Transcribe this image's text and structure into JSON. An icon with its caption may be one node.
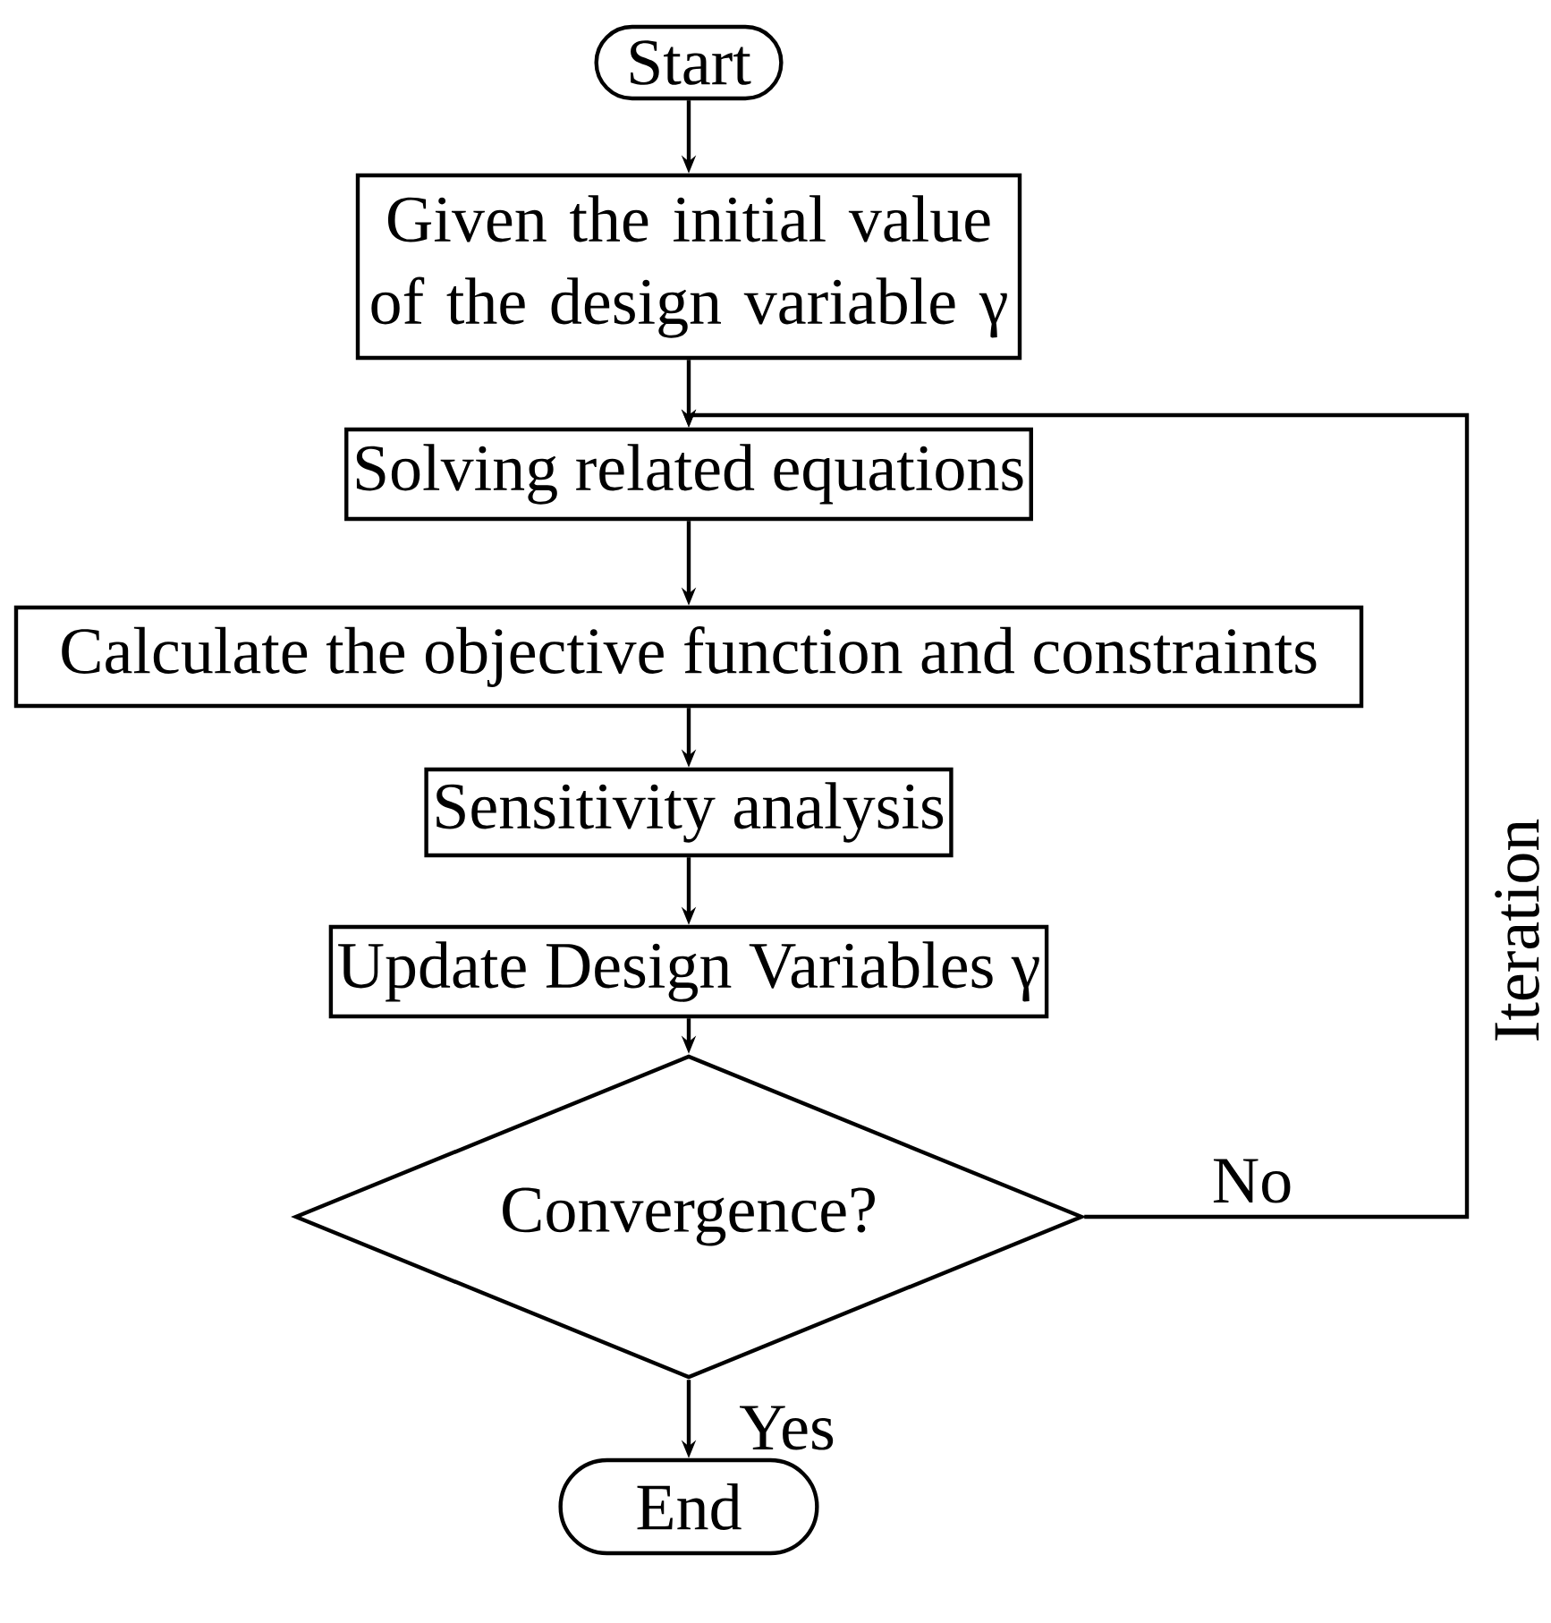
{
  "diagram": {
    "nodes": [
      {
        "text": [
          "Start"
        ]
      },
      {
        "text": [
          "Given the initial value of the design variable γ"
        ]
      },
      {
        "text": [
          "Solving related equations"
        ]
      },
      {
        "text": [
          "Calculate the objective function and constraints"
        ]
      },
      {
        "text": [
          "Sensitivity analysis"
        ]
      },
      {
        "text": [
          "Update Design Variables γ"
        ]
      },
      {
        "text": [
          "Convergence?"
        ]
      },
      {
        "text": [
          "End"
        ]
      }
    ],
    "edges": [
      {
        "from": 0,
        "to": 1,
        "arrow": "to"
      },
      {
        "from": 1,
        "to": 2,
        "arrow": "to"
      },
      {
        "from": 2,
        "to": 3,
        "arrow": "to"
      },
      {
        "from": 3,
        "to": 4,
        "arrow": "to"
      },
      {
        "from": 4,
        "to": 5,
        "arrow": "to"
      },
      {
        "from": 5,
        "to": 6,
        "arrow": "to"
      },
      {
        "from": 6,
        "to": 2,
        "arrow": "to",
        "label": "No"
      },
      {
        "from": 6,
        "to": 7,
        "arrow": "to",
        "label": "Yes"
      }
    ],
    "labels": [
      "Iteration"
    ]
  }
}
